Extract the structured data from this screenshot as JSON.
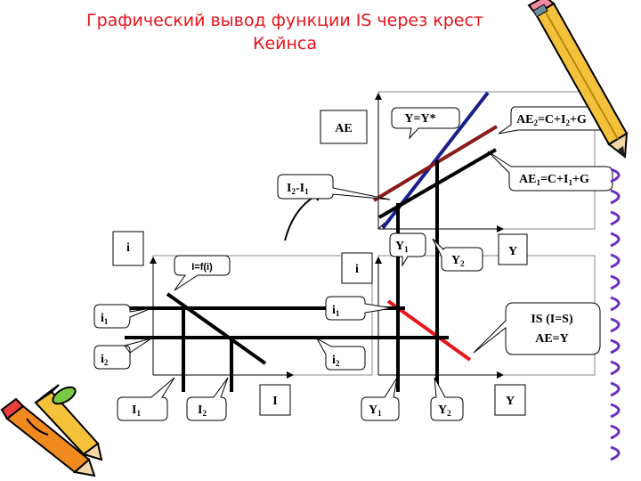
{
  "title": "Графический вывод функции IS через крест Кейнса",
  "labels": {
    "ae_axis": "AE",
    "y_eq_ystar": "Y=Y*",
    "ae2_base": "AE",
    "ae2_sub": "2",
    "ae2_mid": "=C+I",
    "ae2_sub2": "2",
    "ae2_end": "+G",
    "ae1_base": "AE",
    "ae1_sub": "1",
    "ae1_mid": "=C+I",
    "ae1_sub2": "1",
    "ae1_end": "+G",
    "i2i1_a": "I",
    "i2i1_a_sub": "2",
    "i2i1_mid": "-I",
    "i2i1_b_sub": "1",
    "y1_top_base": "Y",
    "y1_top_sub": "1",
    "y2_top_base": "Y",
    "y2_top_sub": "2",
    "y_axis_top": "Y",
    "i_axis_left": "i",
    "i_axis_right": "i",
    "ifi": "I=f(i)",
    "i1_left_base": "i",
    "i1_left_sub": "1",
    "i2_left_base": "i",
    "i2_left_sub": "2",
    "i1_mid_base": "i",
    "i1_mid_sub": "1",
    "i2_mid_base": "i",
    "i2_mid_sub": "2",
    "is_line1": "IS (I=S)",
    "is_line2": "AE=Y",
    "bI1_base": "I",
    "bI1_sub": "1",
    "bI2_base": "I",
    "bI2_sub": "2",
    "b_I_axis": "I",
    "bY1_base": "Y",
    "bY1_sub": "1",
    "bY2_base": "Y",
    "bY2_sub": "2",
    "b_Y_axis": "Y"
  },
  "colors": {
    "title": "#e8141c",
    "blue_line": "#1a1f8c",
    "ae2_line": "#8b1a1a",
    "is_line": "#e8141c",
    "black": "#000000"
  },
  "icons": [
    "pencil-icon-top-right",
    "pencils-icon-bottom-left",
    "spiral-binding-icon"
  ]
}
